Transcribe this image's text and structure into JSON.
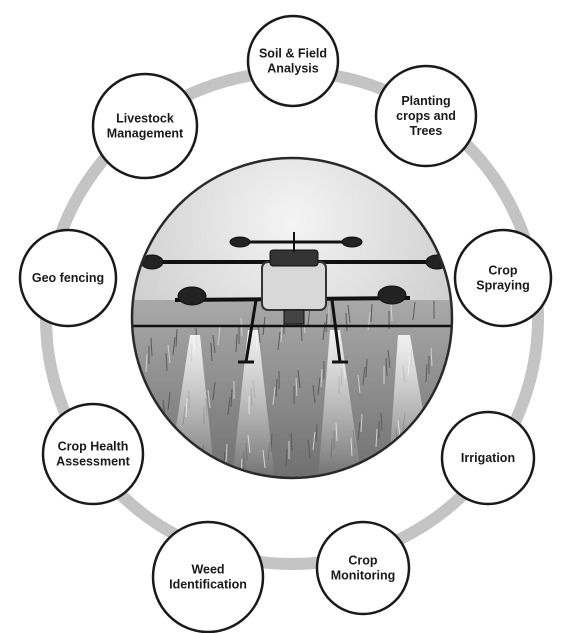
{
  "diagram": {
    "center_image": "agricultural-spraying-drone-over-wheat-field",
    "colors": {
      "ring": "#c4c4c4",
      "node_fill": "#ffffff",
      "node_stroke": "#1a1a1a",
      "label": "#1a1a1a"
    },
    "nodes": [
      {
        "id": "soil",
        "lines": [
          "Soil & Field",
          "Analysis"
        ]
      },
      {
        "id": "planting",
        "lines": [
          "Planting",
          "crops and",
          "Trees"
        ]
      },
      {
        "id": "spraying",
        "lines": [
          "Crop",
          "Spraying"
        ]
      },
      {
        "id": "irrigation",
        "lines": [
          "Irrigation"
        ]
      },
      {
        "id": "monitoring",
        "lines": [
          "Crop",
          "Monitoring"
        ]
      },
      {
        "id": "weed",
        "lines": [
          "Weed",
          "Identification"
        ]
      },
      {
        "id": "health",
        "lines": [
          "Crop Health",
          "Assessment"
        ]
      },
      {
        "id": "geofencing",
        "lines": [
          "Geo fencing"
        ]
      },
      {
        "id": "livestock",
        "lines": [
          "Livestock",
          "Management"
        ]
      }
    ]
  }
}
